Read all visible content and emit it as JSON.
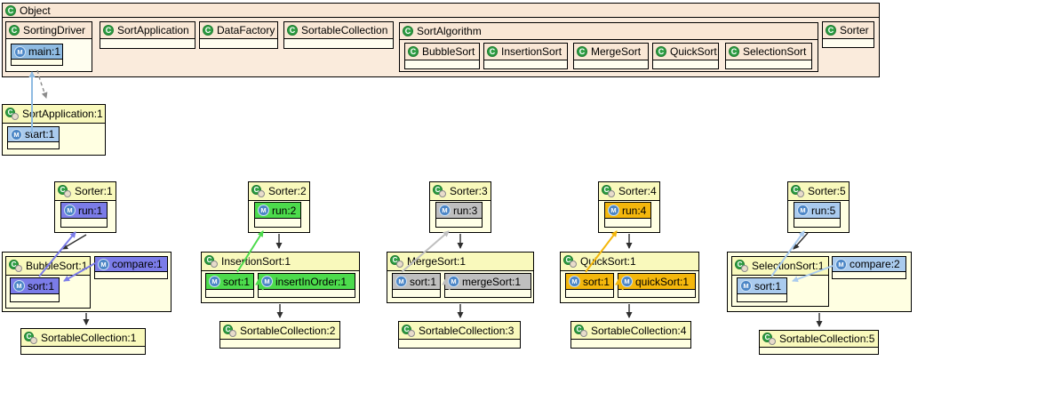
{
  "icons": {
    "class_glyph": "C",
    "method_glyph": "M"
  },
  "colors": {
    "purple": "#7B7CE8",
    "green": "#4CDB4C",
    "gray": "#BFBFBF",
    "orange": "#F4B70C",
    "light_blue": "#AACBEE",
    "main_blue": "#8FBBE2",
    "call_arrow": "#2E2E2E",
    "creation_arrow": "#8C8C8C",
    "class_header": "#F9E7D5",
    "object_header": "#F9F9BC"
  },
  "object_container": {
    "label": "Object"
  },
  "top_classes": {
    "sorting_driver": "SortingDriver",
    "main_method": "main:1",
    "sort_application": "SortApplication",
    "data_factory": "DataFactory",
    "sortable_collection": "SortableCollection",
    "sort_algorithm": "SortAlgorithm",
    "bubble_sort": "BubbleSort",
    "insertion_sort": "InsertionSort",
    "merge_sort": "MergeSort",
    "quick_sort": "QuickSort",
    "selection_sort": "SelectionSort",
    "sorter": "Sorter"
  },
  "sort_application_instance": {
    "label": "SortApplication:1",
    "start_method": "start:1"
  },
  "sorters": [
    {
      "label": "Sorter:1",
      "run": "run:1"
    },
    {
      "label": "Sorter:2",
      "run": "run:2"
    },
    {
      "label": "Sorter:3",
      "run": "run:3"
    },
    {
      "label": "Sorter:4",
      "run": "run:4"
    },
    {
      "label": "Sorter:5",
      "run": "run:5"
    }
  ],
  "algorithms": [
    {
      "label": "BubbleSort:1",
      "sort": "sort:1",
      "helper": "compare:1"
    },
    {
      "label": "InsertionSort:1",
      "sort": "sort:1",
      "helper": "insertInOrder:1"
    },
    {
      "label": "MergeSort:1",
      "sort": "sort:1",
      "helper": "mergeSort:1"
    },
    {
      "label": "QuickSort:1",
      "sort": "sort:1",
      "helper": "quickSort:1"
    },
    {
      "label": "SelectionSort:1",
      "sort": "sort:1",
      "helper": "compare:2"
    }
  ],
  "collections": [
    "SortableCollection:1",
    "SortableCollection:2",
    "SortableCollection:3",
    "SortableCollection:4",
    "SortableCollection:5"
  ]
}
